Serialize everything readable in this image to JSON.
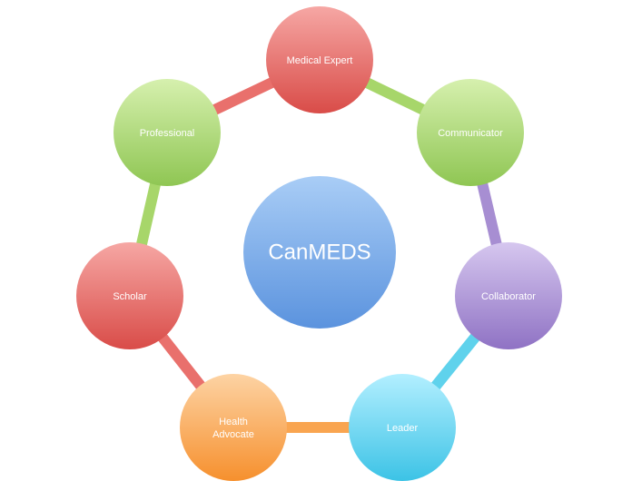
{
  "center": {
    "label": "CanMEDS",
    "color": "#6ea6e8"
  },
  "nodes": [
    {
      "id": "medical-expert",
      "lines": [
        "Medical Expert"
      ],
      "color": "#e9706c"
    },
    {
      "id": "communicator",
      "lines": [
        "Communicator"
      ],
      "color": "#a7d66a"
    },
    {
      "id": "collaborator",
      "lines": [
        "Collaborator"
      ],
      "color": "#a78ed2"
    },
    {
      "id": "leader",
      "lines": [
        "Leader"
      ],
      "color": "#5fd2ec"
    },
    {
      "id": "health-advocate",
      "lines": [
        "Health",
        "Advocate"
      ],
      "color": "#f9a550"
    },
    {
      "id": "scholar",
      "lines": [
        "Scholar"
      ],
      "color": "#e9706c"
    },
    {
      "id": "professional",
      "lines": [
        "Professional"
      ],
      "color": "#a7d66a"
    }
  ]
}
